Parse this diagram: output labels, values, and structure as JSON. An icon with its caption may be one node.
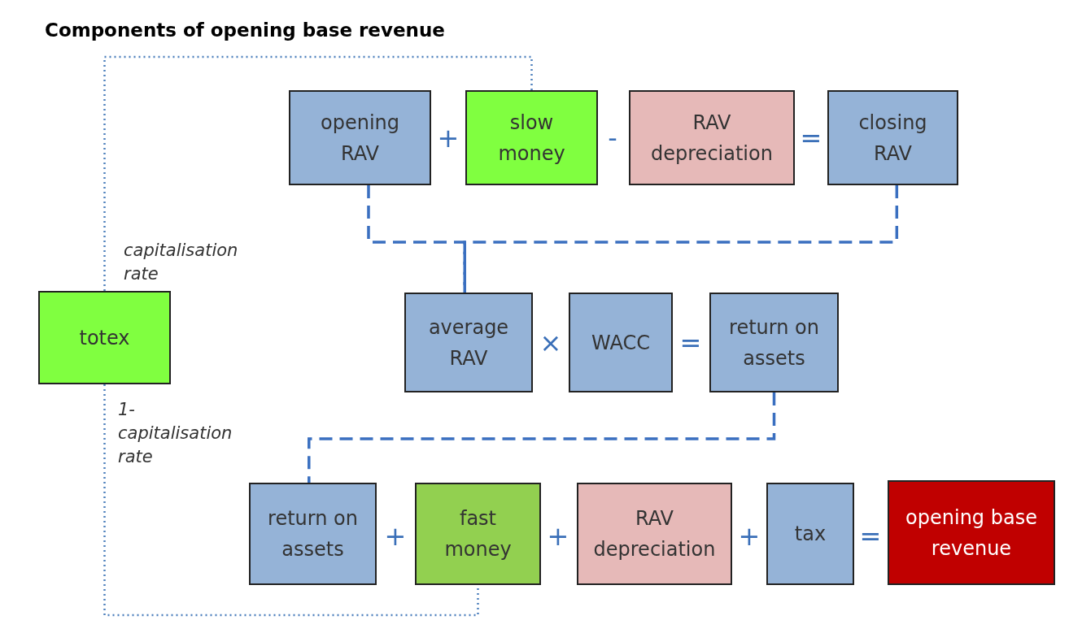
{
  "diagram": {
    "title": "Components of opening base revenue",
    "nodes": [
      {
        "text": [
          "totex"
        ]
      },
      {
        "text": [
          "opening RAV"
        ]
      },
      {
        "text": [
          "slow money"
        ]
      },
      {
        "text": [
          "RAV depreciation"
        ]
      },
      {
        "text": [
          "closing RAV"
        ]
      },
      {
        "text": [
          "average RAV"
        ]
      },
      {
        "text": [
          "WACC"
        ]
      },
      {
        "text": [
          "return on assets"
        ]
      },
      {
        "text": [
          "return on assets"
        ]
      },
      {
        "text": [
          "fast money"
        ]
      },
      {
        "text": [
          "RAV depreciation"
        ]
      },
      {
        "text": [
          "tax"
        ]
      },
      {
        "text": [
          "opening base revenue"
        ]
      }
    ],
    "edges": [
      {
        "from": 0,
        "to": 2,
        "arrow": "none",
        "label": "capitalisation rate",
        "style": "dashed"
      },
      {
        "from": 0,
        "to": 9,
        "arrow": "none",
        "label": "1-capitalisation rate",
        "style": "dashed"
      },
      {
        "from": 1,
        "to": 5,
        "arrow": "none",
        "style": "dashed"
      },
      {
        "from": 4,
        "to": 5,
        "arrow": "none",
        "style": "dashed"
      },
      {
        "from": 7,
        "to": 8,
        "arrow": "none",
        "style": "dashed"
      }
    ],
    "labels": [
      "+",
      "-",
      "=",
      "×",
      "=",
      "+",
      "+",
      "+",
      "="
    ]
  }
}
